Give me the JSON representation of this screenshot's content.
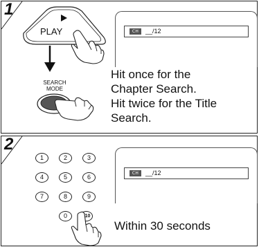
{
  "steps": [
    {
      "number": "1",
      "buttons": {
        "play_label": "PLAY",
        "search_mode_line1": "SEARCH",
        "search_mode_line2": "MODE"
      },
      "osd": {
        "chip": "CH",
        "value": "__/12"
      },
      "instructions": [
        "Hit once for the",
        "Chapter Search.",
        "Hit twice for the Title",
        "Search."
      ]
    },
    {
      "number": "2",
      "keypad": {
        "keys": [
          "1",
          "2",
          "3",
          "4",
          "5",
          "6",
          "7",
          "8",
          "9",
          "0",
          "+10"
        ]
      },
      "osd": {
        "chip": "CH",
        "value": "__/12"
      },
      "note": "Within 30 seconds"
    }
  ],
  "icons": {
    "play_triangle": "play-icon",
    "down_arrow": "arrow-down-icon",
    "hand": "hand-pointer-icon"
  }
}
